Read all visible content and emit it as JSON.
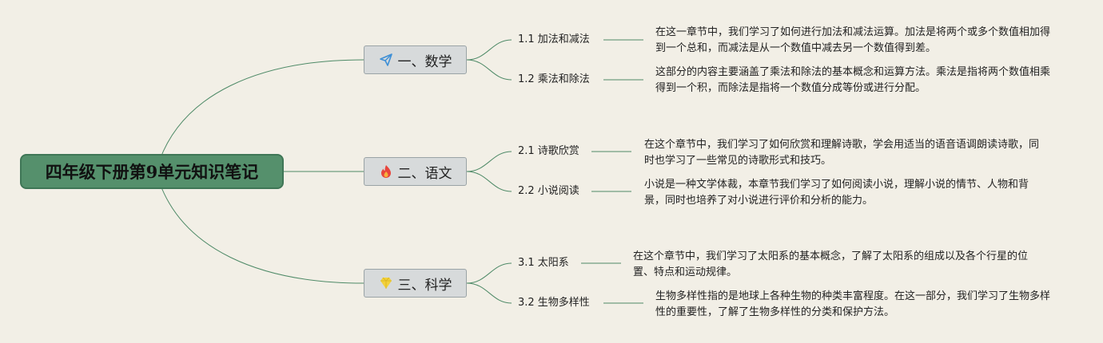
{
  "root": {
    "title": "四年级下册第9单元知识笔记"
  },
  "branches": [
    {
      "label": "一、数学",
      "icon": "paper-plane-icon",
      "topics": [
        {
          "label": "1.1 加法和减法",
          "note": "在这一章节中，我们学习了如何进行加法和减法运算。加法是将两个或多个数值相加得到一个总和，而减法是从一个数值中减去另一个数值得到差。"
        },
        {
          "label": "1.2 乘法和除法",
          "note": "这部分的内容主要涵盖了乘法和除法的基本概念和运算方法。乘法是指将两个数值相乘得到一个积，而除法是指将一个数值分成等份或进行分配。"
        }
      ]
    },
    {
      "label": "二、语文",
      "icon": "fire-icon",
      "topics": [
        {
          "label": "2.1 诗歌欣赏",
          "note": "在这个章节中，我们学习了如何欣赏和理解诗歌，学会用适当的语音语调朗读诗歌，同时也学习了一些常见的诗歌形式和技巧。"
        },
        {
          "label": "2.2 小说阅读",
          "note": "小说是一种文学体裁，本章节我们学习了如何阅读小说，理解小说的情节、人物和背景，同时也培养了对小说进行评价和分析的能力。"
        }
      ]
    },
    {
      "label": "三、科学",
      "icon": "diamond-icon",
      "topics": [
        {
          "label": "3.1 太阳系",
          "note": "在这个章节中，我们学习了太阳系的基本概念，了解了太阳系的组成以及各个行星的位置、特点和运动规律。"
        },
        {
          "label": "3.2 生物多样性",
          "note": "生物多样性指的是地球上各种生物的种类丰富程度。在这一部分，我们学习了生物多样性的重要性，了解了生物多样性的分类和保护方法。"
        }
      ]
    }
  ],
  "colors": {
    "background": "#f2efe6",
    "root_fill": "#55906c",
    "branch_fill": "#d7dadb",
    "connector": "#4e8a67",
    "plane_icon": "#3d8fd6",
    "fire_icon": "#e8453c",
    "diamond_icon": "#f2d13b"
  }
}
